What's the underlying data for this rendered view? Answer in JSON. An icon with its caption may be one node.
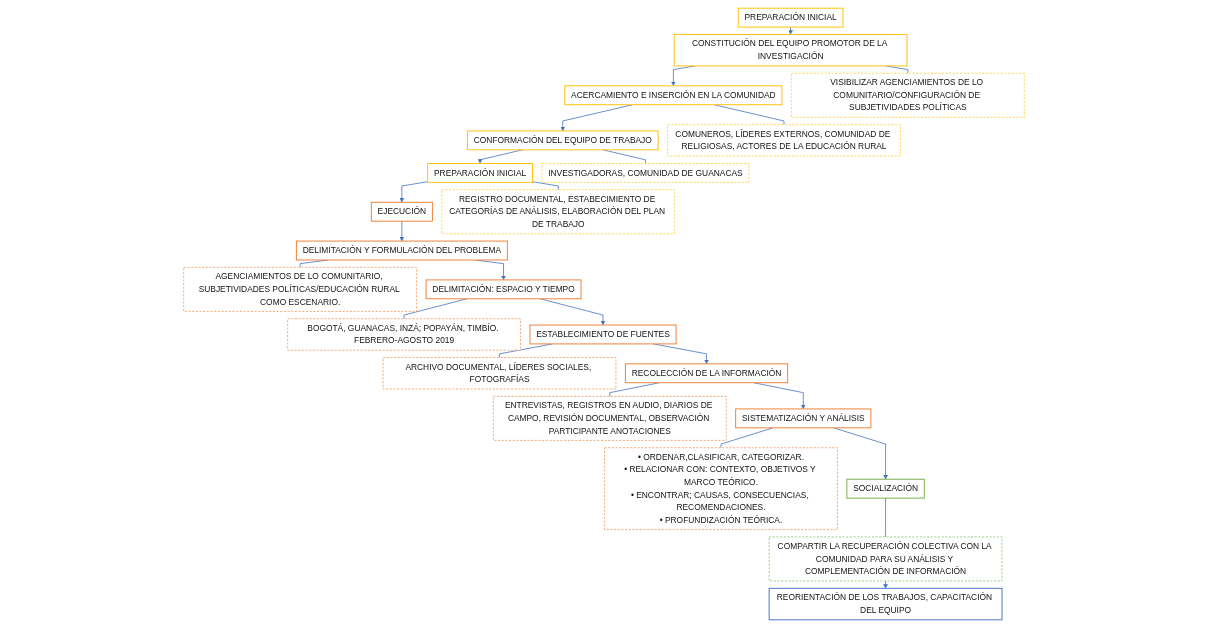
{
  "diagram": {
    "nodes": [
      {
        "text": [
          "EJECUCIÓN"
        ]
      },
      {
        "text": [
          "PREPARACIÓN INICIAL"
        ]
      },
      {
        "text": [
          "REGISTRO DOCUMENTAL, ESTABECIMIENTO DE CATEGORÍAS DE ANÁLISIS, ELABORACIÓN DEL PLAN DE TRABAJO"
        ]
      },
      {
        "text": [
          "DELIMITACIÓN Y FORMULACIÓN DEL PROBLEMA"
        ]
      },
      {
        "text": [
          "AGENCIAMIENTOS DE LO COMUNITARIO, SUBJETIVIDADES POLÍTICAS/EDUCACIÓN RURAL COMO ESCENARIO."
        ]
      },
      {
        "text": [
          "CONFORMACIÓN DEL EQUIPO DE TRABAJO"
        ]
      },
      {
        "text": [
          "INVESTIGADORAS, COMUNIDAD DE GUANACAS"
        ]
      },
      {
        "text": [
          "DELIMITACIÓN: ESPACIO Y TIEMPO"
        ]
      },
      {
        "text": [
          "BOGOTÁ, GUANACAS, INZÁ; POPAYÁN, TIMBÍO. FEBRERO-AGOSTO 2019"
        ]
      },
      {
        "text": [
          "ACERCAMIENTO E INSERCIÓN EN LA COMUNIDAD"
        ]
      },
      {
        "text": [
          "COMUNEROS, LÍDERES EXTERNOS, COMUNIDAD DE RELIGIOSAS, ACTORES DE LA EDUCACIÓN RURAL"
        ]
      },
      {
        "text": [
          "ESTABLECIMIENTO DE FUENTES"
        ]
      },
      {
        "text": [
          "ARCHIVO DOCUMENTAL, LÍDERES SOCIALES, FOTOGRAFÍAS"
        ]
      },
      {
        "text": [
          "CONSTITUCIÓN DEL EQUIPO PROMOTOR DE LA INVESTIGACIÓN"
        ]
      },
      {
        "text": [
          "VISIBILIZAR AGENCIAMIENTOS DE LO COMUNITARIO/CONFIGURACIÓN DE SUBJETIVIDADES POLÍTICAS"
        ]
      },
      {
        "text": [
          "RECOLECCIÓN DE LA INFORMACIÓN"
        ]
      },
      {
        "text": [
          "ENTREVISTAS, REGISTROS EN AUDIO, DIARIOS DE CAMPO, REVISIÓN DOCUMENTAL, OBSERVACIÓN PARTICIPANTE ANOTACIONES"
        ]
      },
      {
        "text": [
          "PREPARACIÓN INICIAL"
        ]
      },
      {
        "text": [
          "REORIENTACIÓN DE LOS TRABAJOS, CAPACITACIÓN DEL EQUIPO"
        ]
      },
      {
        "text": [
          "SISTEMATIZACIÓN Y ANÁLISIS"
        ]
      },
      {
        "text": [
          "• ORDENAR,CLASIFICAR, CATEGORIZAR.",
          "• RELACIONAR CON: CONTEXTO, OBJETIVOS Y MARCO TEÓRICO.",
          "• ENCONTRAR; CAUSAS, CONSECUENCIAS, RECOMENDACIONES.",
          "• PROFUNDIZACIÓN TEÓRICA."
        ]
      },
      {
        "text": [
          "COMPARTIR LA RECUPERACIÓN COLECTIVA CON LA COMUNIDAD PARA SU ANÁLISIS Y COMPLEMENTACIÓN DE INFORMACIÓN"
        ]
      },
      {
        "text": [
          "SOCIALIZACIÓN"
        ]
      }
    ],
    "edges": [
      {
        "from": 1,
        "to": 0,
        "arrow": "to"
      },
      {
        "from": 0,
        "to": 3,
        "arrow": "to"
      },
      {
        "from": 1,
        "to": 2,
        "arrow": "none"
      },
      {
        "from": 3,
        "to": 7,
        "arrow": "to"
      },
      {
        "from": 3,
        "to": 4,
        "arrow": "none"
      },
      {
        "from": 5,
        "to": 1,
        "arrow": "to"
      },
      {
        "from": 5,
        "to": 6,
        "arrow": "none"
      },
      {
        "from": 7,
        "to": 11,
        "arrow": "to"
      },
      {
        "from": 7,
        "to": 8,
        "arrow": "none"
      },
      {
        "from": 9,
        "to": 5,
        "arrow": "to"
      },
      {
        "from": 9,
        "to": 10,
        "arrow": "none"
      },
      {
        "from": 11,
        "to": 15,
        "arrow": "to"
      },
      {
        "from": 11,
        "to": 12,
        "arrow": "none"
      },
      {
        "from": 13,
        "to": 9,
        "arrow": "to"
      },
      {
        "from": 13,
        "to": 14,
        "arrow": "none"
      },
      {
        "from": 15,
        "to": 19,
        "arrow": "to"
      },
      {
        "from": 15,
        "to": 16,
        "arrow": "none"
      },
      {
        "from": 17,
        "to": 13,
        "arrow": "to"
      },
      {
        "from": 19,
        "to": 22,
        "arrow": "to"
      },
      {
        "from": 19,
        "to": 20,
        "arrow": "none"
      },
      {
        "from": 22,
        "to": 21,
        "arrow": "none"
      },
      {
        "from": 21,
        "to": 18,
        "arrow": "to"
      }
    ]
  }
}
